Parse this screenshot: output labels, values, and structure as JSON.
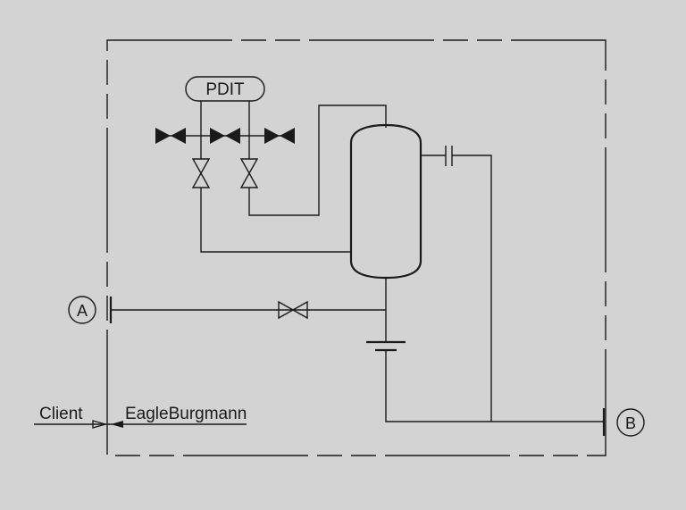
{
  "diagram": {
    "labels": {
      "instrument": "PDIT",
      "point_a": "A",
      "point_b": "B",
      "client": "Client",
      "supplier": "EagleBurgmann"
    },
    "colors": {
      "background": "#d3d3d3",
      "line": "#1a1a1a",
      "fill_white": "#ffffff"
    },
    "icons": [
      "block-valve-closed",
      "block-valve-open",
      "vessel",
      "orifice",
      "flange",
      "scope-boundary"
    ]
  }
}
